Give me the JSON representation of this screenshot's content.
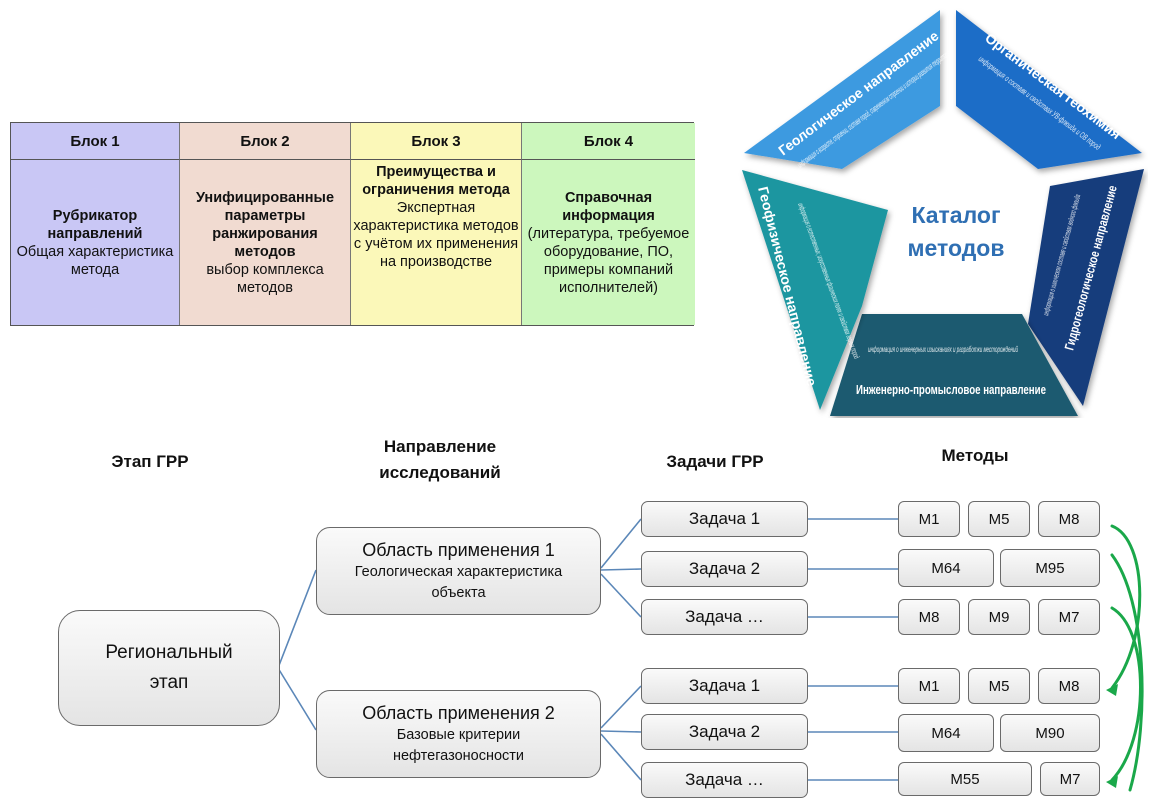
{
  "blocks": [
    {
      "header": "Блок 1",
      "bold": "Рубрикатор направлений",
      "text": "Общая характеристика метода"
    },
    {
      "header": "Блок 2",
      "bold": "Унифицированные параметры ранжирования методов",
      "text": "выбор комплекса методов"
    },
    {
      "header": "Блок 3",
      "bold": "Преимущества и ограничения метода",
      "text": "Экспертная характеристика методов с учётом их применения  на производстве"
    },
    {
      "header": "Блок 4",
      "bold": "Справочная информация",
      "text": "(литература, требуемое оборудование, ПО, примеры компаний исполнителей)"
    }
  ],
  "catalog": {
    "center": [
      "Каталог",
      "методов"
    ],
    "segments": [
      {
        "title": "Геологическое направление",
        "info": "информация о возрасте, строении, составе пород, современном строении и истории развития территории",
        "color": "#3d9ae0"
      },
      {
        "title": "Органическая геохимия",
        "info": "информация о составе и свойствах УВ-флюида и ОВ пород",
        "color": "#1d6dc7"
      },
      {
        "title": "Гидрогеологическое направление",
        "info": "информация о химическом составе и свойствах водного флюида",
        "color": "#173e7c"
      },
      {
        "title": "Инженерно-промысловое направление",
        "info": "информация о инженерных изысканиях и разработки месторождений",
        "color": "#1a5a70"
      },
      {
        "title": "Геофизическое направление",
        "info": "информация о естественных, искусственных физических полях и свойствах горных пород",
        "color": "#1e96a0"
      }
    ]
  },
  "tree": {
    "headers": {
      "stage": "Этап ГРР",
      "direction": "Направление исследований",
      "tasks": "Задачи ГРР",
      "methods": "Методы"
    },
    "stage": "Региональный этап",
    "areas": [
      {
        "title": "Область применения 1",
        "subtitle": "Геологическая характеристика объекта",
        "tasks": [
          {
            "label": "Задача 1",
            "methods": [
              "М1",
              "М5",
              "М8"
            ]
          },
          {
            "label": "Задача 2",
            "methods": [
              "М64",
              "М95"
            ]
          },
          {
            "label": "Задача …",
            "methods": [
              "М8",
              "М9",
              "М7"
            ]
          }
        ]
      },
      {
        "title": "Область применения 2",
        "subtitle": "Базовые критерии нефтегазоносности",
        "tasks": [
          {
            "label": "Задача 1",
            "methods": [
              "М1",
              "М5",
              "М8"
            ]
          },
          {
            "label": "Задача 2",
            "methods": [
              "М64",
              "М90"
            ]
          },
          {
            "label": "Задача …",
            "methods": [
              "М55",
              "М7"
            ]
          }
        ]
      }
    ]
  },
  "colors": {
    "arrow": "#1aa84a",
    "line": "#5b87b8"
  }
}
